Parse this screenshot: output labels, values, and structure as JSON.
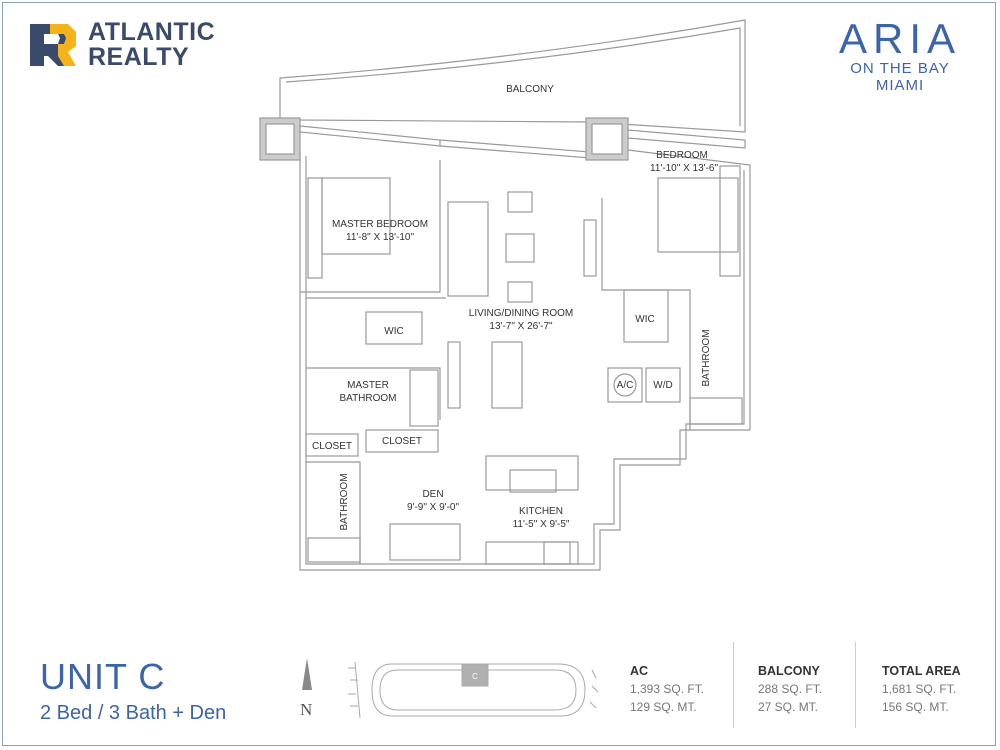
{
  "brand": {
    "name_line1": "ATLANTIC",
    "name_line2": "REALTY",
    "logo_color": "#f5b21b",
    "logo_dark": "#3a4a6b"
  },
  "project": {
    "name": "ARIA",
    "line2": "ON THE BAY",
    "line3": "MIAMI",
    "color": "#3c64a8"
  },
  "rooms": {
    "balcony": "BALCONY",
    "bedroom": {
      "name": "BEDROOM",
      "dims": "11'-10\" X 13'-6\""
    },
    "master_bedroom": {
      "name": "MASTER BEDROOM",
      "dims": "11'-8\" X 13'-10\""
    },
    "living": {
      "name": "LIVING/DINING ROOM",
      "dims": "13'-7\" X 26'-7\""
    },
    "wic_left": "WIC",
    "wic_right": "WIC",
    "master_bath_1": "MASTER",
    "master_bath_2": "BATHROOM",
    "closet_left": "CLOSET",
    "closet_right": "CLOSET",
    "bathroom_left": "BATHROOM",
    "bathroom_right": "BATHROOM",
    "ac": "A/C",
    "wd": "W/D",
    "den": {
      "name": "DEN",
      "dims": "9'-9\" X 9'-0\""
    },
    "kitchen": {
      "name": "KITCHEN",
      "dims": "11'-5\" X 9'-5\""
    }
  },
  "unit": {
    "title": "UNIT C",
    "subtitle": "2 Bed / 3 Bath + Den"
  },
  "compass": {
    "label": "N"
  },
  "keyplan": {
    "unit_label": "C"
  },
  "stats": [
    {
      "head": "AC",
      "line1": "1,393 SQ. FT.",
      "line2": "129 SQ. MT."
    },
    {
      "head": "BALCONY",
      "line1": "288 SQ. FT.",
      "line2": "27 SQ. MT."
    },
    {
      "head": "TOTAL AREA",
      "line1": "1,681 SQ. FT.",
      "line2": "156 SQ. MT."
    }
  ]
}
